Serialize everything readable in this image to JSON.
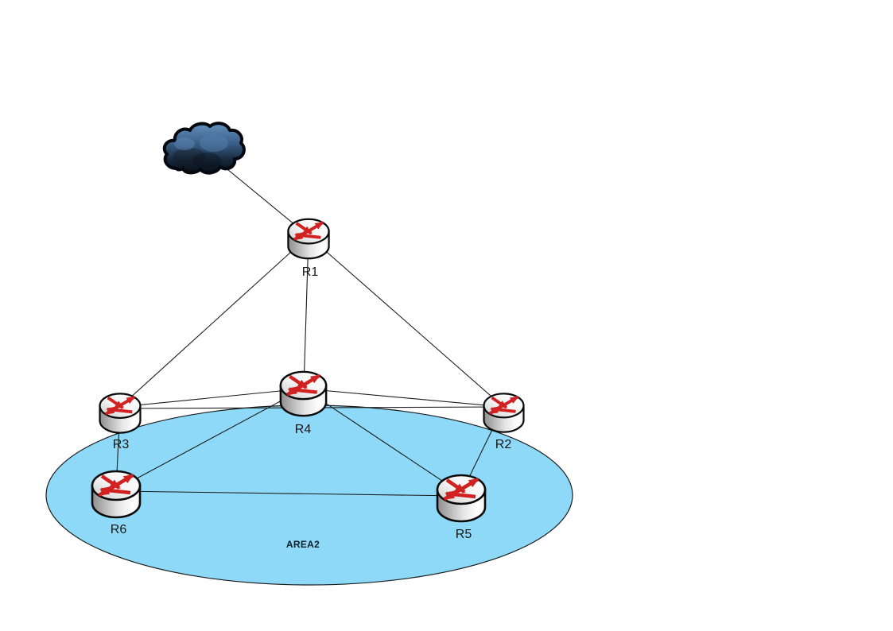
{
  "diagram": {
    "kind": "network-topology",
    "area": {
      "label": "AREA2",
      "fill_color": "#8dd9f7",
      "border_color": "#1b1b1b"
    },
    "nodes": {
      "cloud": {
        "type": "cloud"
      },
      "r1": {
        "type": "router",
        "label": "R1"
      },
      "r2": {
        "type": "router",
        "label": "R2"
      },
      "r3": {
        "type": "router",
        "label": "R3"
      },
      "r4": {
        "type": "router",
        "label": "R4"
      },
      "r5": {
        "type": "router",
        "label": "R5"
      },
      "r6": {
        "type": "router",
        "label": "R6"
      }
    },
    "links": [
      {
        "from": "cloud",
        "to": "r1"
      },
      {
        "from": "r1",
        "to": "r3"
      },
      {
        "from": "r1",
        "to": "r4"
      },
      {
        "from": "r1",
        "to": "r2"
      },
      {
        "from": "r3",
        "to": "r4"
      },
      {
        "from": "r4",
        "to": "r2"
      },
      {
        "from": "r3",
        "to": "r2"
      },
      {
        "from": "r3",
        "to": "r6"
      },
      {
        "from": "r4",
        "to": "r6"
      },
      {
        "from": "r4",
        "to": "r5"
      },
      {
        "from": "r6",
        "to": "r5"
      },
      {
        "from": "r2",
        "to": "r5"
      }
    ],
    "colors": {
      "link": "#1c1c1c",
      "router_arrow": "#d22121",
      "router_outline": "#0a0a0a",
      "cloud_light": "#6390bd",
      "cloud_dark": "#090e16",
      "area_fill": "#8dd9f7"
    }
  }
}
